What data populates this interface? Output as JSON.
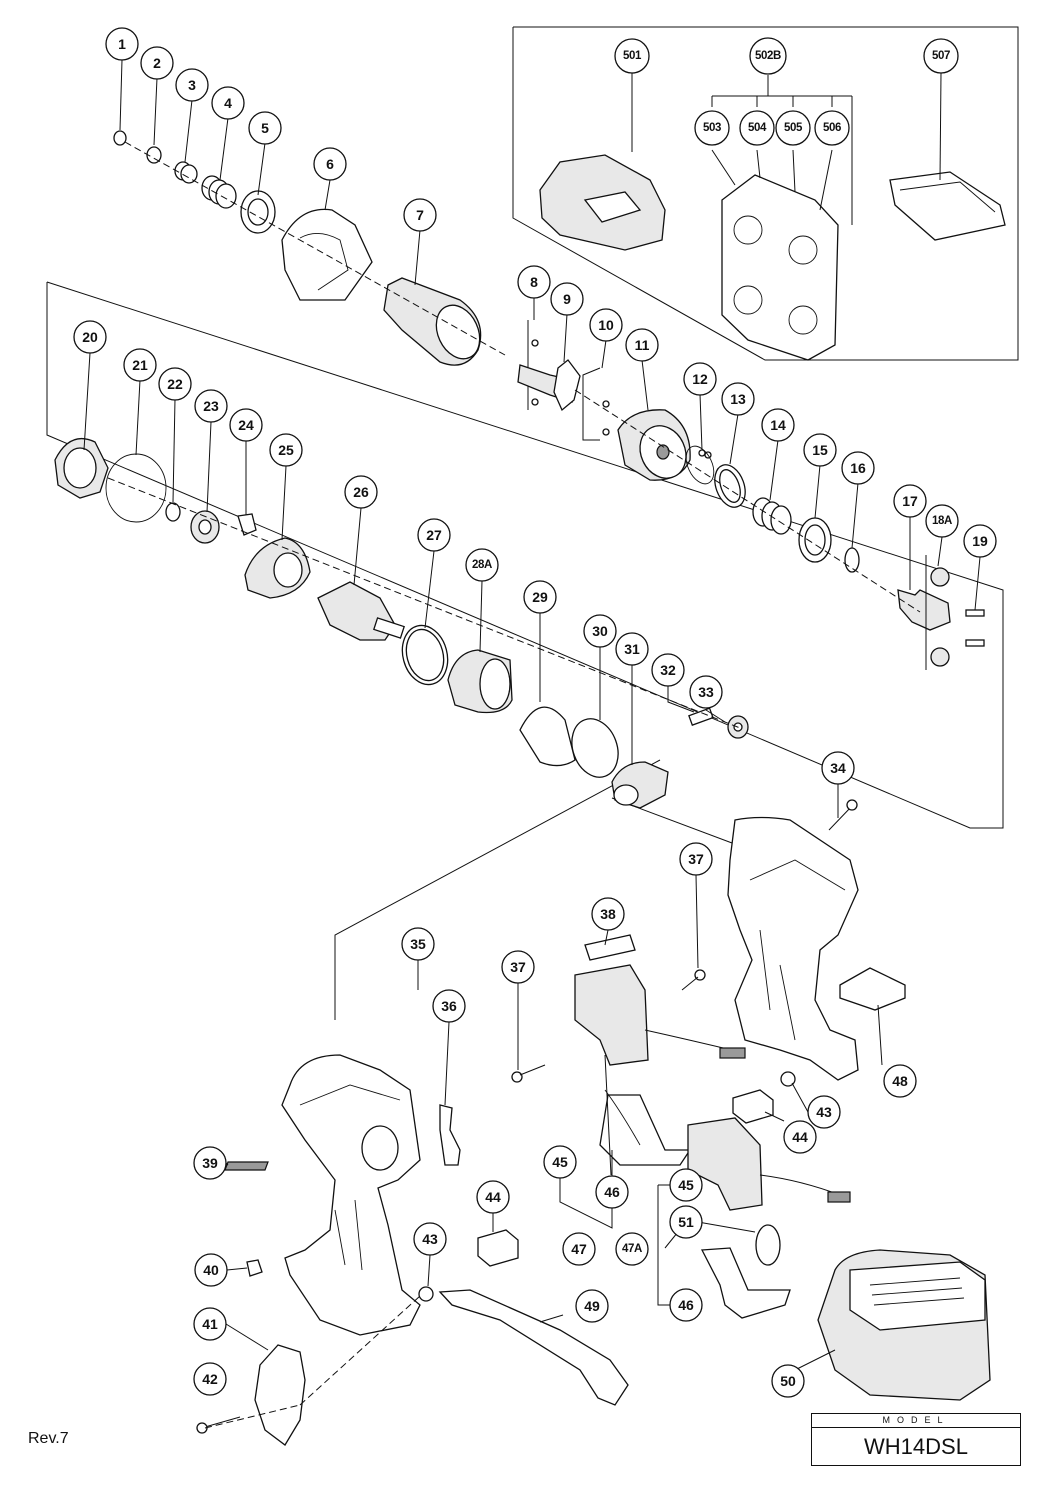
{
  "revision": "Rev.7",
  "model": {
    "header": "MODEL",
    "value": "WH14DSL"
  },
  "callouts": [
    "1",
    "2",
    "3",
    "4",
    "5",
    "6",
    "7",
    "8",
    "9",
    "10",
    "11",
    "12",
    "13",
    "14",
    "15",
    "16",
    "17",
    "18A",
    "19",
    "20",
    "21",
    "22",
    "23",
    "24",
    "25",
    "26",
    "27",
    "28A",
    "29",
    "30",
    "31",
    "32",
    "33",
    "34",
    "35",
    "36",
    "37",
    "37",
    "38",
    "39",
    "40",
    "41",
    "42",
    "43",
    "43",
    "44",
    "44",
    "45",
    "45",
    "46",
    "46",
    "47",
    "47A",
    "48",
    "49",
    "50",
    "51",
    "501",
    "502B",
    "503",
    "504",
    "505",
    "506",
    "507"
  ]
}
